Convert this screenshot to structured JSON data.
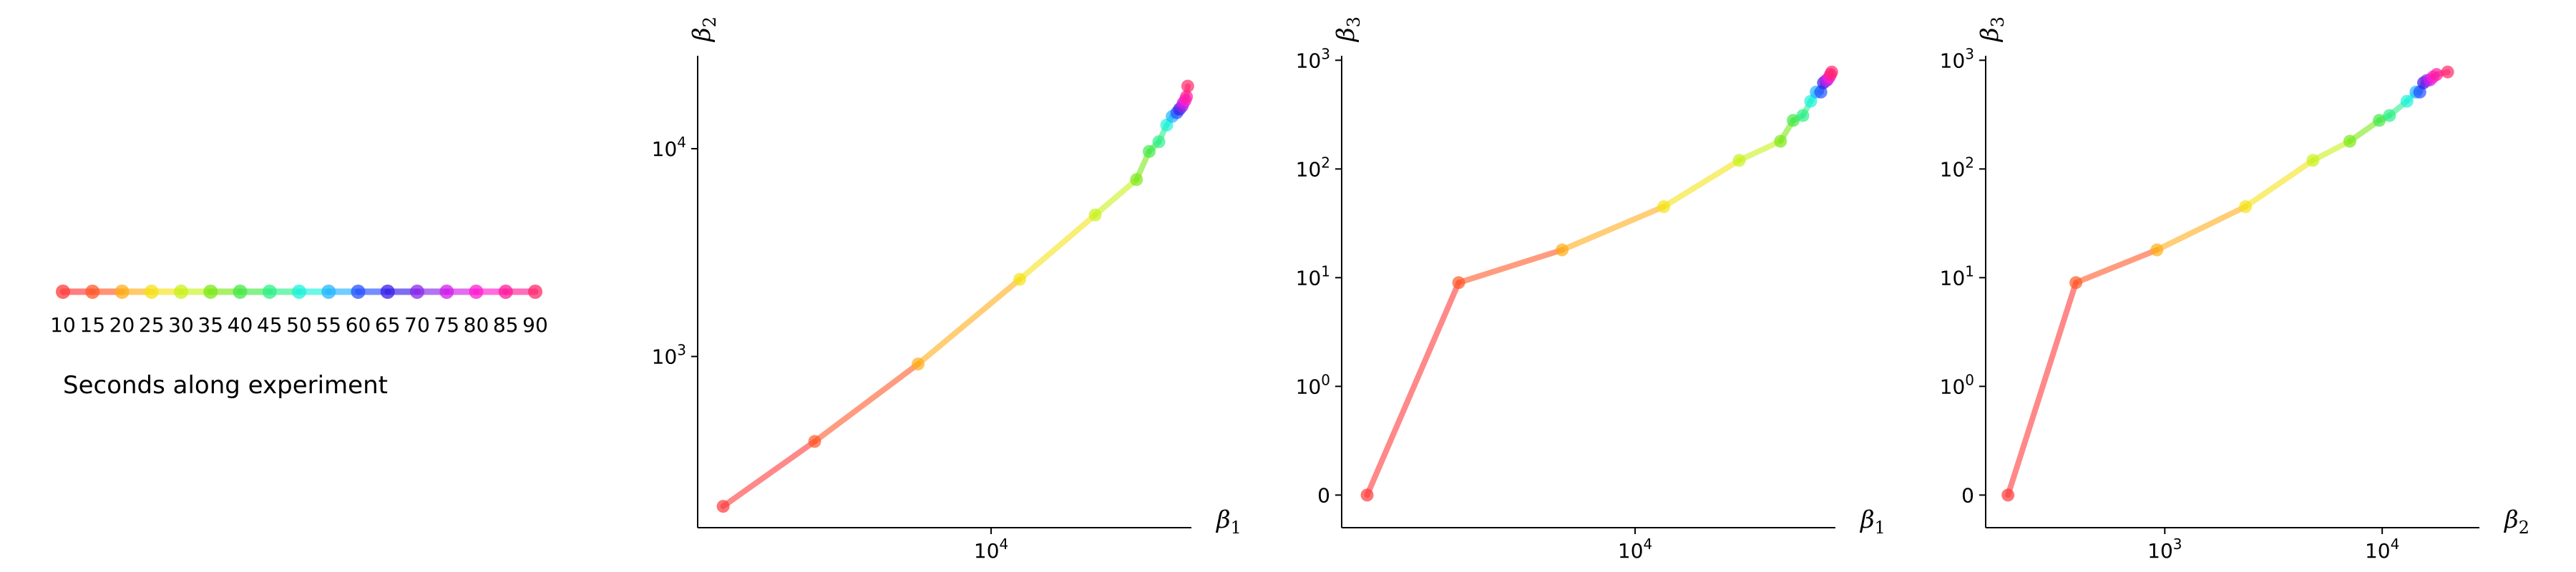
{
  "legend": {
    "caption": "Seconds along experiment",
    "labels": [
      "10",
      "15",
      "20",
      "25",
      "30",
      "35",
      "40",
      "45",
      "50",
      "55",
      "60",
      "65",
      "70",
      "75",
      "80",
      "85",
      "90"
    ]
  },
  "point_colors": [
    "#ff3b3b",
    "#ff5a2a",
    "#ffae1a",
    "#f5e21a",
    "#c8f21e",
    "#7be81a",
    "#45e84a",
    "#2ef08a",
    "#1ef2da",
    "#25b4ff",
    "#2a52ff",
    "#3a1ee8",
    "#8a2ae8",
    "#d21ee8",
    "#ff1ed0",
    "#ff1e9a",
    "#ff2a6a"
  ],
  "chart_data": [
    {
      "type": "line",
      "xlabel": "β1",
      "ylabel": "β2",
      "x_scale": "log",
      "y_scale": "log",
      "x_ticks": [
        {
          "value": 10000,
          "label": "10^4"
        }
      ],
      "y_ticks": [
        {
          "value": 1000,
          "label": "10^3"
        },
        {
          "value": 10000,
          "label": "10^4"
        }
      ],
      "xlim": [
        2000,
        30000
      ],
      "ylim": [
        150,
        28000
      ],
      "x": [
        2300,
        3800,
        6700,
        11700,
        17700,
        22200,
        23800,
        25100,
        26200,
        27000,
        27700,
        28100,
        28500,
        28700,
        29000,
        29200,
        29400
      ],
      "y": [
        190,
        390,
        920,
        2350,
        4800,
        7100,
        9700,
        10800,
        13000,
        14300,
        14900,
        15500,
        16000,
        16600,
        17100,
        17800,
        20000
      ]
    },
    {
      "type": "line",
      "xlabel": "β1",
      "ylabel": "β3",
      "x_scale": "symlog",
      "y_scale": "symlog",
      "x_ticks": [
        {
          "value": 10000,
          "label": "10^4"
        }
      ],
      "y_ticks": [
        {
          "value": 0,
          "label": "0"
        },
        {
          "value": 1,
          "label": "10^0"
        },
        {
          "value": 10,
          "label": "10^1"
        },
        {
          "value": 100,
          "label": "10^2"
        },
        {
          "value": 1000,
          "label": "10^3"
        }
      ],
      "xlim": [
        2000,
        30000
      ],
      "ylim": [
        -0.3,
        1100
      ],
      "x": [
        2300,
        3800,
        6700,
        11700,
        17700,
        22200,
        23800,
        25100,
        26200,
        27000,
        27700,
        28100,
        28500,
        28700,
        29000,
        29200,
        29400
      ],
      "y": [
        0,
        9,
        18,
        45,
        120,
        180,
        280,
        310,
        420,
        510,
        510,
        620,
        650,
        660,
        700,
        740,
        780
      ]
    },
    {
      "type": "line",
      "xlabel": "β2",
      "ylabel": "β3",
      "x_scale": "log",
      "y_scale": "symlog",
      "x_ticks": [
        {
          "value": 1000,
          "label": "10^3"
        },
        {
          "value": 10000,
          "label": "10^4"
        }
      ],
      "y_ticks": [
        {
          "value": 0,
          "label": "0"
        },
        {
          "value": 1,
          "label": "10^0"
        },
        {
          "value": 10,
          "label": "10^1"
        },
        {
          "value": 100,
          "label": "10^2"
        },
        {
          "value": 1000,
          "label": "10^3"
        }
      ],
      "xlim": [
        150,
        28000
      ],
      "ylim": [
        -0.3,
        1100
      ],
      "x": [
        190,
        390,
        920,
        2350,
        4800,
        7100,
        9700,
        10800,
        13000,
        14300,
        14900,
        15500,
        16000,
        16600,
        17100,
        17800,
        20000
      ],
      "y": [
        0,
        9,
        18,
        45,
        120,
        180,
        280,
        310,
        420,
        510,
        510,
        620,
        650,
        660,
        700,
        740,
        780
      ]
    }
  ]
}
